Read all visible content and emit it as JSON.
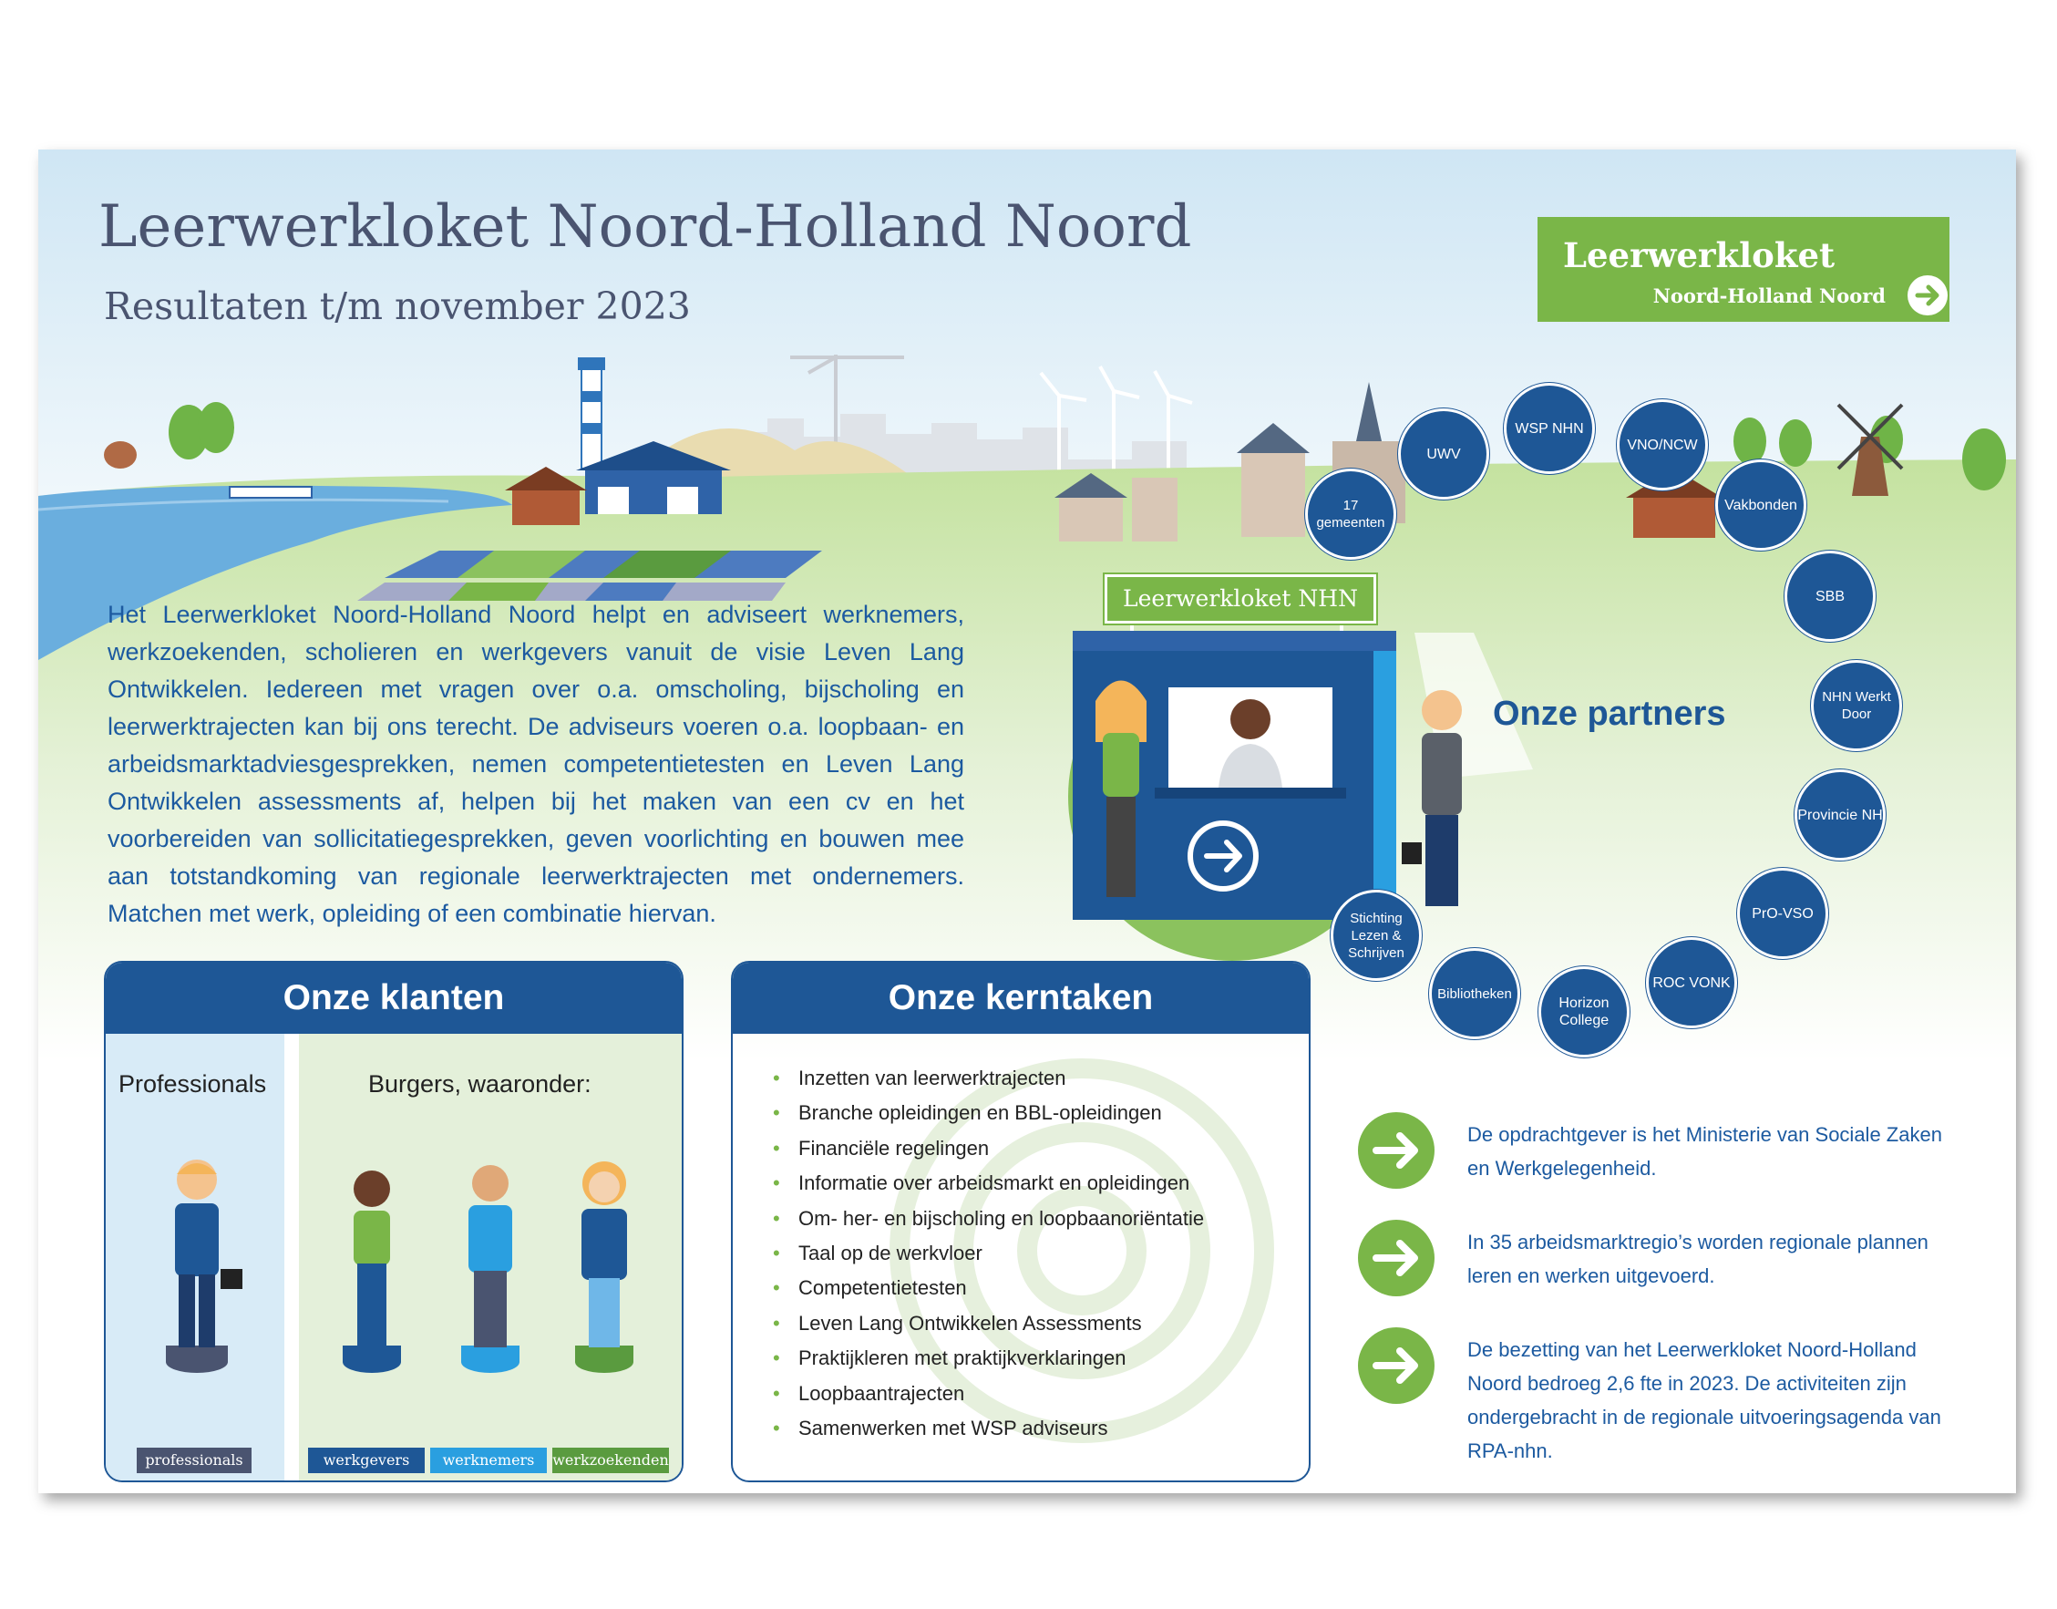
{
  "header": {
    "title": "Leerwerkloket Noord-Holland Noord",
    "subtitle": "Resultaten t/m november 2023"
  },
  "logo": {
    "line1": "Leerwerkloket",
    "line2": "Noord-Holland Noord",
    "icon": "arrow-right-icon"
  },
  "intro": "Het Leerwerkloket Noord-Holland Noord helpt en adviseert werknemers, werkzoekenden, scholieren en werkgevers vanuit de visie Leven Lang Ontwikkelen. Iedereen met vragen over o.a. omscholing, bijscholing en leerwerktrajecten kan bij ons terecht. De adviseurs voeren o.a. loopbaan- en arbeidsmarktadviesgesprekken, nemen competentietesten en Leven Lang Ontwikkelen assessments af, helpen bij het maken van een cv en het voorbereiden van sollicitatiegesprekken, geven voorlichting en bouwen mee aan totstandkoming van regionale leerwerktrajecten met ondernemers. Matchen met werk, opleiding of een combinatie hiervan.",
  "kiosk": {
    "sign": "Leerwerkloket NHN"
  },
  "partners": {
    "title": "Onze partners",
    "items": [
      {
        "label": "17 gemeenten"
      },
      {
        "label": "UWV"
      },
      {
        "label": "WSP NHN"
      },
      {
        "label": "VNO/NCW"
      },
      {
        "label": "Vakbonden"
      },
      {
        "label": "SBB"
      },
      {
        "label": "NHN Werkt Door"
      },
      {
        "label": "Provincie NH"
      },
      {
        "label": "PrO-VSO"
      },
      {
        "label": "ROC VONK"
      },
      {
        "label": "Horizon College"
      },
      {
        "label": "Bibliotheken"
      },
      {
        "label": "Stichting Lezen & Schrijven"
      }
    ]
  },
  "klanten": {
    "title": "Onze klanten",
    "professionals_label": "Professionals",
    "burgers_label": "Burgers, waaronder:",
    "tags": [
      "professionals",
      "werkgevers",
      "werknemers",
      "werkzoekenden"
    ]
  },
  "kerntaken": {
    "title": "Onze kerntaken",
    "items": [
      "Inzetten van leerwerktrajecten",
      "Branche opleidingen en BBL-opleidingen",
      "Financiële regelingen",
      "Informatie over arbeidsmarkt en opleidingen",
      "Om- her- en bijscholing en loopbaanoriëntatie",
      "Taal op de werkvloer",
      "Competentietesten",
      "Leven Lang Ontwikkelen Assessments",
      "Praktijkleren met praktijkverklaringen",
      "Loopbaantrajecten",
      "Samenwerken met WSP adviseurs"
    ]
  },
  "info": [
    "De opdrachtgever is het Ministerie van Sociale Zaken en Werkgelegenheid.",
    "In 35 arbeidsmarktregio’s worden regionale plannen leren en werken uitgevoerd.",
    "De bezetting van het Leerwerkloket Noord-Holland Noord bedroeg 2,6 fte in 2023. De activiteiten zijn ondergebracht in de regionale uitvoeringsagenda van RPA-nhn."
  ],
  "colors": {
    "brand_blue": "#1e5796",
    "brand_green": "#7ab648",
    "title_gray": "#4a5470",
    "text_blue": "#1c5aa0"
  }
}
